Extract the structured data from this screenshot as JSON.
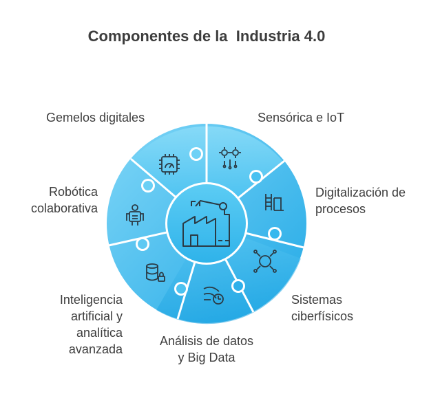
{
  "title": "Componentes de la  Industria 4.0",
  "center_icon": "factory-robot-arm-icon",
  "colors": {
    "wheel_light": "#7fd8f7",
    "wheel_mid": "#35b9ee",
    "wheel_dark": "#169fe0",
    "hub": "#49c2f0",
    "icon_stroke": "#2b3a44",
    "text": "#3d3d3d"
  },
  "components": [
    {
      "lines": [
        "Gemelos digitales"
      ],
      "icon": "chip-gauge-icon"
    },
    {
      "lines": [
        "Sensórica e IoT"
      ],
      "icon": "sensor-gears-icon"
    },
    {
      "lines": [
        "Digitalización de",
        "procesos"
      ],
      "icon": "process-ladder-icon"
    },
    {
      "lines": [
        "Sistemas",
        "ciberfísicos"
      ],
      "icon": "cyber-network-icon"
    },
    {
      "lines": [
        "Análisis de datos",
        "y Big Data"
      ],
      "icon": "wind-analytics-icon"
    },
    {
      "lines": [
        "Inteligencia",
        "artificial y",
        "analítica",
        "avanzada"
      ],
      "icon": "database-lock-icon"
    },
    {
      "lines": [
        "Robótica",
        "colaborativa"
      ],
      "icon": "robot-icon"
    }
  ]
}
